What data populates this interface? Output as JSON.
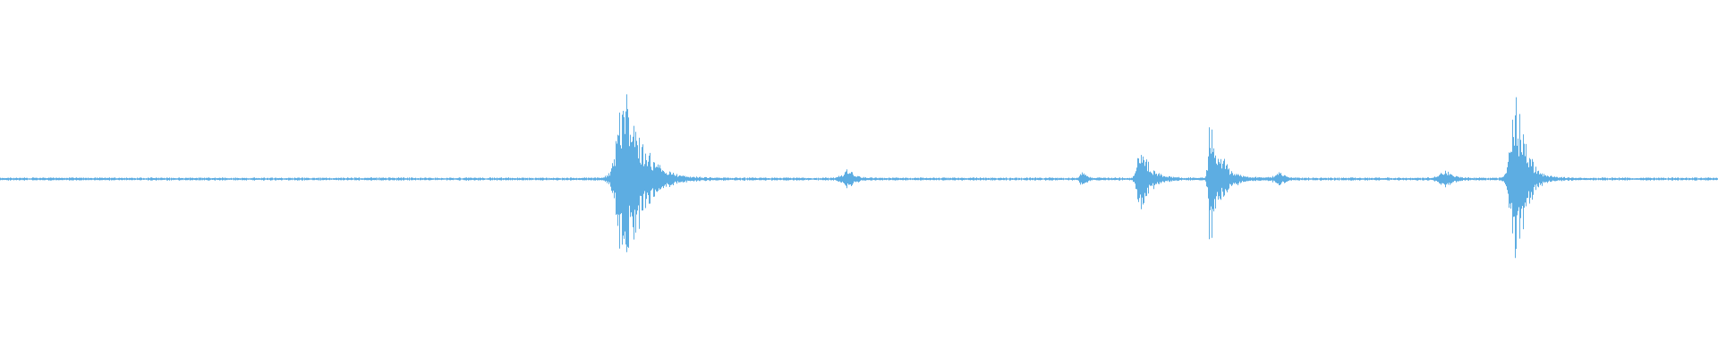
{
  "waveform": {
    "color": "#5DADE2",
    "baseline_amplitude": 0.012,
    "bursts": [
      {
        "center": 0.363,
        "amplitude": 0.85,
        "spread": 0.006,
        "decay": 0.018
      },
      {
        "center": 0.493,
        "amplitude": 0.09,
        "spread": 0.004,
        "decay": 0.006
      },
      {
        "center": 0.63,
        "amplitude": 0.06,
        "spread": 0.002,
        "decay": 0.003
      },
      {
        "center": 0.664,
        "amplitude": 0.28,
        "spread": 0.003,
        "decay": 0.01
      },
      {
        "center": 0.704,
        "amplitude": 0.62,
        "spread": 0.001,
        "decay": 0.012
      },
      {
        "center": 0.745,
        "amplitude": 0.06,
        "spread": 0.004,
        "decay": 0.004
      },
      {
        "center": 0.842,
        "amplitude": 0.08,
        "spread": 0.006,
        "decay": 0.004
      },
      {
        "center": 0.882,
        "amplitude": 0.8,
        "spread": 0.004,
        "decay": 0.01
      }
    ]
  }
}
